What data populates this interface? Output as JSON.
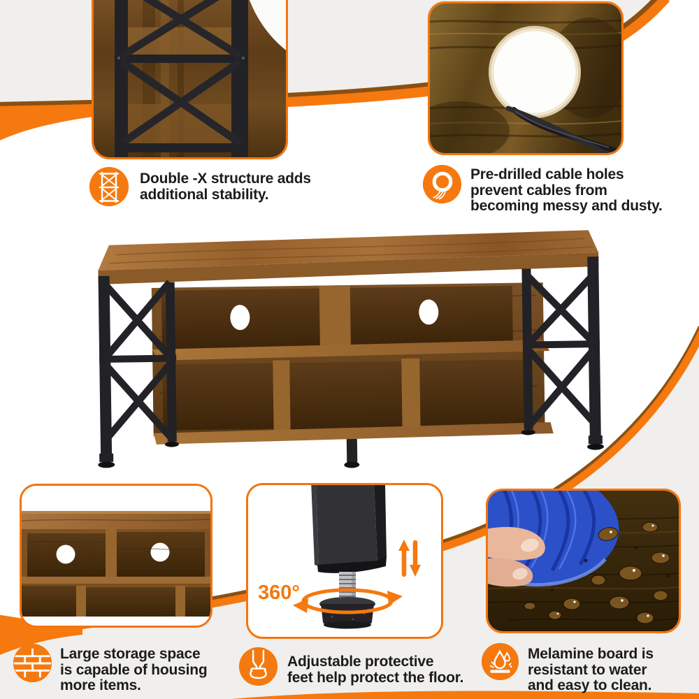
{
  "colors": {
    "accent": "#F5790F",
    "panel_gray": "#F0EFED",
    "text_dark": "#1C1C1C",
    "white": "#FFFFFF"
  },
  "top_features": [
    {
      "icon": "x-frame-icon",
      "lines": [
        "Double -X structure adds",
        "additional stability."
      ]
    },
    {
      "icon": "cable-hole-icon",
      "lines": [
        "Pre-drilled cable holes",
        "prevent cables from",
        "becoming messy and dusty."
      ]
    }
  ],
  "bottom_features": [
    {
      "icon": "brick-wall-icon",
      "lines": [
        "Large storage space",
        "is capable of housing",
        "more items."
      ]
    },
    {
      "icon": "adjustable-foot-icon",
      "lines": [
        "Adjustable protective",
        "feet help protect the floor."
      ]
    },
    {
      "icon": "water-drops-icon",
      "lines": [
        "Melamine board is",
        "resistant to water",
        "and easy to clean."
      ]
    }
  ],
  "callouts": {
    "rotation_label": "360°"
  }
}
